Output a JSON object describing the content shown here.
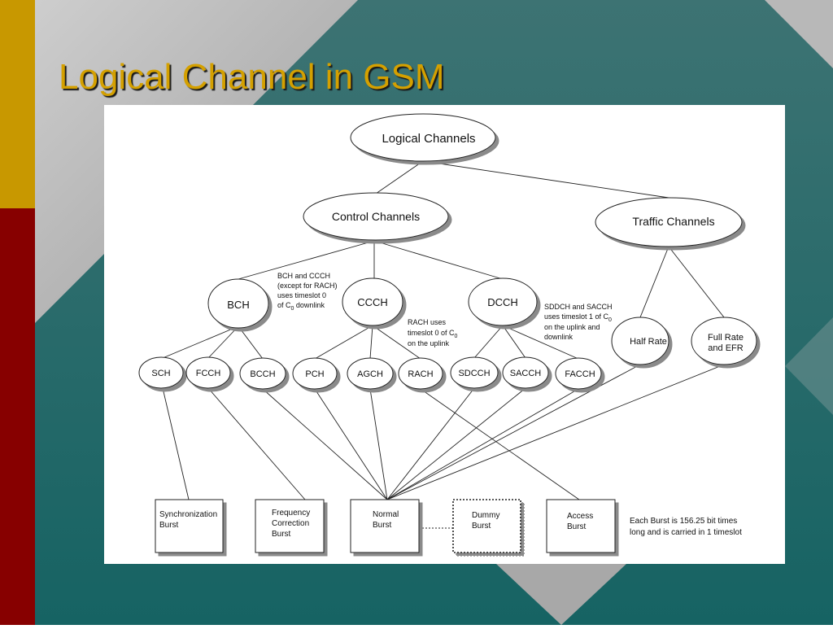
{
  "slide": {
    "title": "Logical Channel in GSM",
    "colors": {
      "title": "#d4a000",
      "gold_stripe": "#c89800",
      "red_stripe": "#870000",
      "teal": "#2f6e72"
    }
  },
  "diagram": {
    "root": "Logical Channels",
    "control": "Control Channels",
    "traffic": "Traffic Channels",
    "bch": "BCH",
    "ccch": "CCCH",
    "dcch": "DCCH",
    "half_rate": "Half Rate",
    "full_rate": [
      "Full Rate",
      "and EFR"
    ],
    "leaves": {
      "sch": "SCH",
      "fcch": "FCCH",
      "bcch": "BCCH",
      "pch": "PCH",
      "agch": "AGCH",
      "rach": "RACH",
      "sdcch": "SDCCH",
      "sacch": "SACCH",
      "facch": "FACCH"
    },
    "bursts": {
      "sync": [
        "Synchronization",
        "Burst"
      ],
      "freq": [
        "Frequency",
        "Correction",
        "Burst"
      ],
      "normal": [
        "Normal",
        "Burst"
      ],
      "dummy": [
        "Dummy",
        "Burst"
      ],
      "access": [
        "Access",
        "Burst"
      ]
    },
    "notes": {
      "bch_ccch": [
        "BCH and CCCH",
        "(except for RACH)",
        "uses timeslot 0",
        "of C",
        "0",
        " downlink"
      ],
      "rach": [
        "RACH uses",
        "timeslot 0 of C",
        "0",
        "on the uplink"
      ],
      "sdcch": [
        "SDDCH and SACCH",
        "uses timeslot 1 of C",
        "0",
        "on the uplink and",
        "downlink"
      ],
      "burst": [
        "Each Burst is 156.25 bit times",
        "long and is carried in 1 timeslot"
      ]
    }
  }
}
